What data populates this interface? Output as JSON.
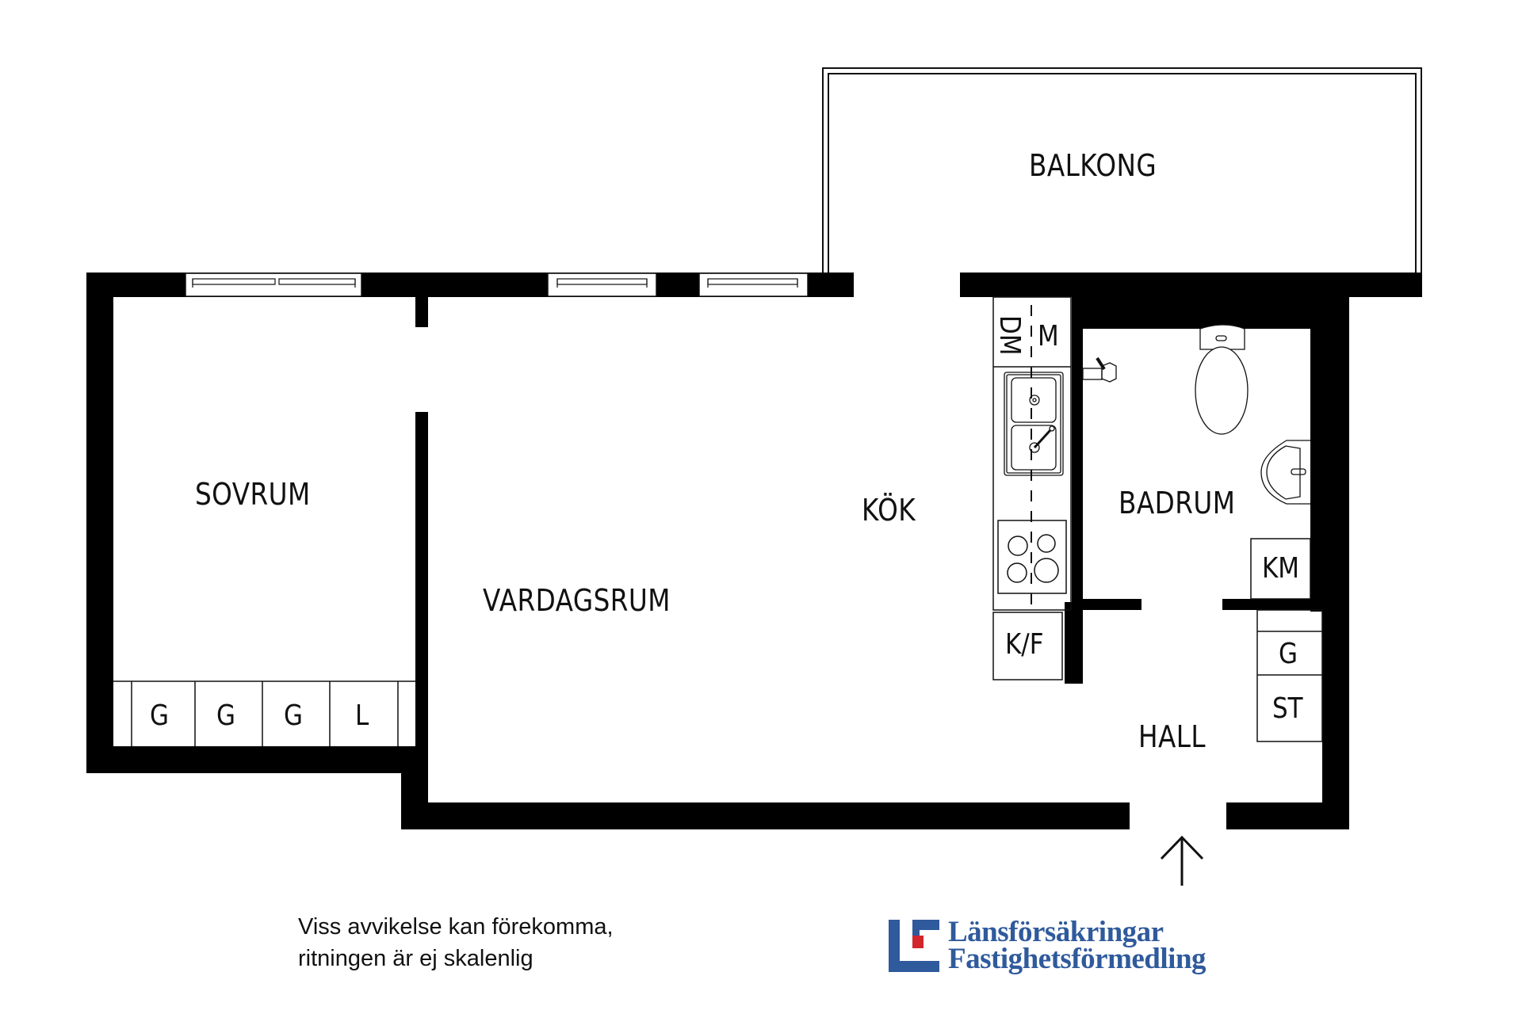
{
  "rooms": {
    "balcony": "BALKONG",
    "bedroom": "SOVRUM",
    "living_room": "VARDAGSRUM",
    "kitchen": "KÖK",
    "bathroom": "BADRUM",
    "hall": "HALL"
  },
  "fixtures": {
    "dishwasher": "DM",
    "microwave": "M",
    "fridge_freezer": "K/F",
    "washing_machine": "KM",
    "wardrobes_bedroom": [
      "G",
      "G",
      "G",
      "L"
    ],
    "hall_wardrobe": "G",
    "hall_storage": "ST"
  },
  "icons": {
    "entrance": "arrow-up-icon",
    "sink": "double-sink-icon",
    "stove": "four-burner-stove-icon",
    "toilet": "toilet-icon",
    "washbasin": "washbasin-icon",
    "shower": "shower-head-icon"
  },
  "disclaimer": {
    "line1": "Viss avvikelse kan förekomma,",
    "line2": "ritningen är ej skalenlig"
  },
  "logo": {
    "line1": "Länsförsäkringar",
    "line2": "Fastighetsförmedling",
    "colors": {
      "blue": "#2f5a9c",
      "red": "#d0262c"
    }
  },
  "colors": {
    "wall": "#000000",
    "background": "#ffffff",
    "line": "#111111"
  }
}
